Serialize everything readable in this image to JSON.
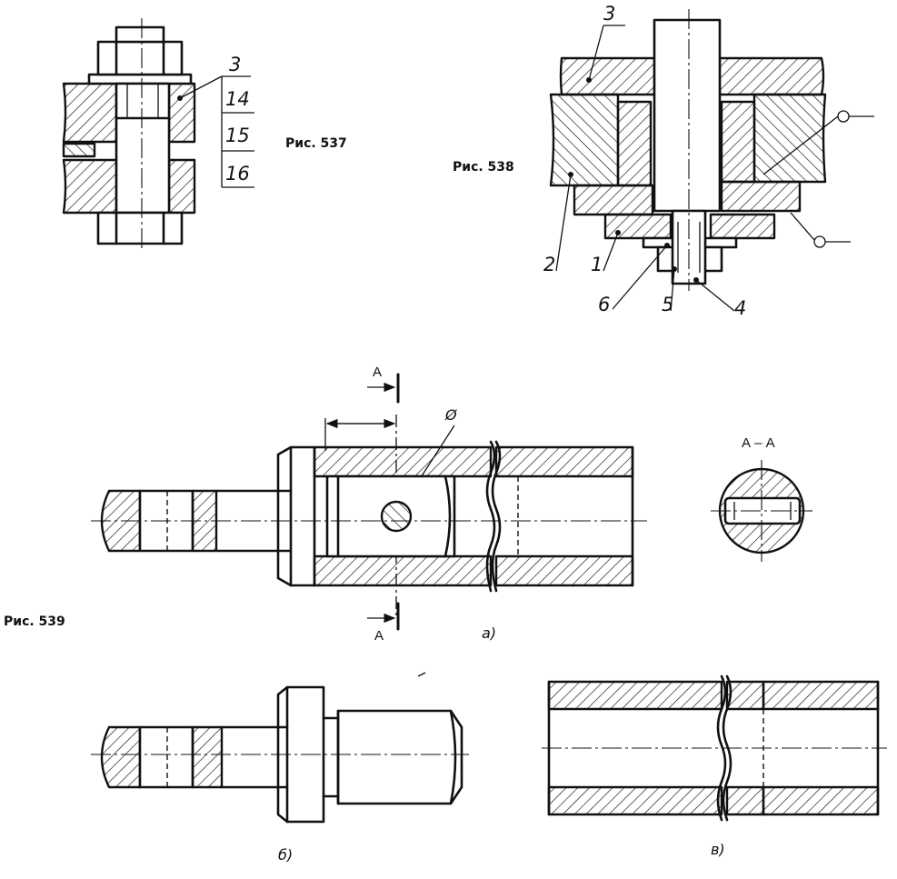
{
  "fig537": {
    "caption": "Рис. 537",
    "callouts": [
      "3",
      "14",
      "15",
      "16"
    ]
  },
  "fig538": {
    "caption": "Рис. 538",
    "callouts": {
      "top": "3",
      "p2": "2",
      "p1": "1",
      "p6": "6",
      "p5": "5",
      "p4": "4"
    }
  },
  "fig539": {
    "caption": "Рис. 539",
    "section_mark": "A",
    "section_title": "А – А",
    "diameter_symbol": "Ø",
    "subfig_a": "а)",
    "subfig_b": "б)",
    "subfig_c": "в)"
  }
}
